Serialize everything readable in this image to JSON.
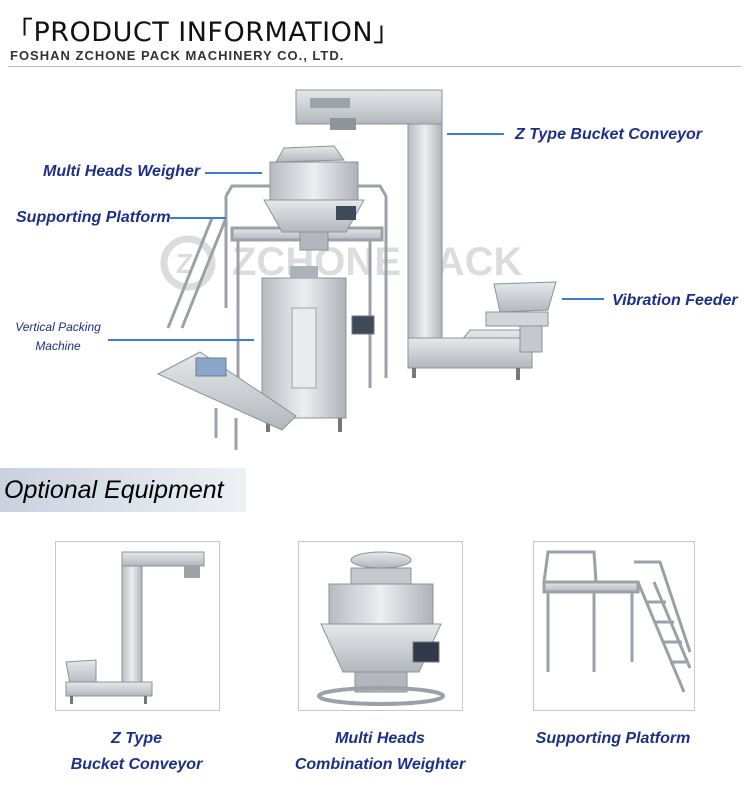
{
  "header": {
    "title": "「PRODUCT INFORMATION」",
    "subtitle": "FOSHAN ZCHONE PACK MACHINERY CO., LTD."
  },
  "diagram": {
    "watermark": "ZCHONE PACK",
    "labels": {
      "multi_heads_weigher": "Multi Heads Weigher",
      "supporting_platform": "Supporting Platform",
      "vertical_packing_line1": "Vertical Packing",
      "vertical_packing_line2": "Machine",
      "z_type_bucket_conveyor": "Z Type Bucket Conveyor",
      "vibration_feeder": "Vibration  Feeder"
    }
  },
  "optional": {
    "title": "Optional Equipment",
    "items": [
      {
        "line1": "Z Type",
        "line2": "Bucket Conveyor"
      },
      {
        "line1": "Multi Heads",
        "line2": "Combination Weighter"
      },
      {
        "line1": "Supporting Platform",
        "line2": ""
      }
    ]
  },
  "colors": {
    "label_blue": "#1c2f8a",
    "leader_blue": "#3a7bd5",
    "steel": "#c9ccd0"
  }
}
